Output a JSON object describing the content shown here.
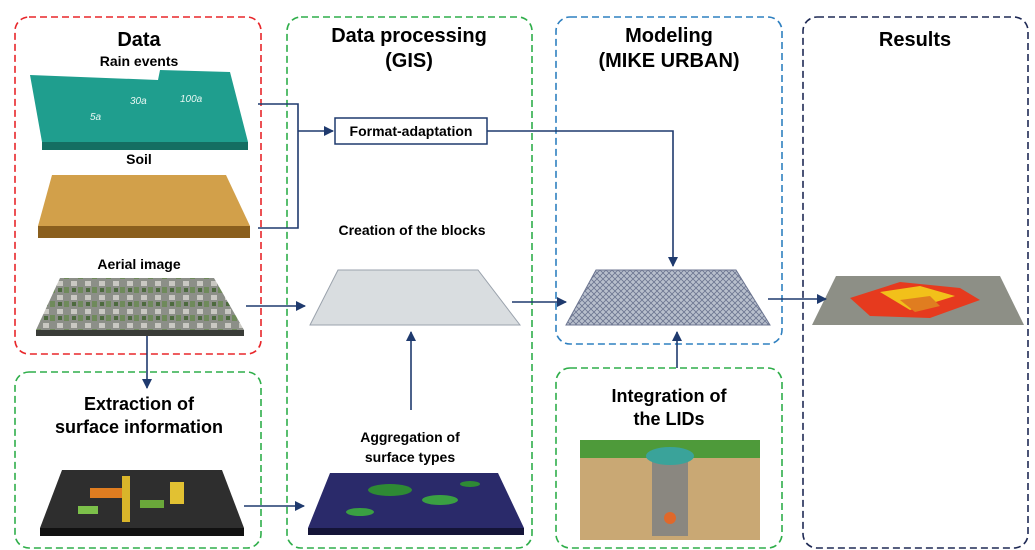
{
  "sections": {
    "data": {
      "title": "Data",
      "color": "#e8262a"
    },
    "processing": {
      "title_line1": "Data processing",
      "title_line2": "(GIS)",
      "color": "#2fae4a"
    },
    "modeling": {
      "title_line1": "Modeling",
      "title_line2": "(MIKE URBAN)",
      "color": "#2f80c0"
    },
    "results": {
      "title": "Results",
      "color": "#1f2a55"
    },
    "extraction": {
      "title_line1": "Extraction of",
      "title_line2": "surface information",
      "color": "#2fae4a"
    },
    "lids": {
      "title_line1": "Integration of",
      "title_line2": "the LIDs",
      "color": "#2fae4a"
    }
  },
  "items": {
    "rain_events": "Rain events",
    "rain_tags": [
      "5a",
      "30a",
      "100a"
    ],
    "soil": "Soil",
    "aerial_image": "Aerial image",
    "format_adaptation": "Format-adaptation",
    "creation_blocks": "Creation of the blocks",
    "aggregation_line1": "Aggregation of",
    "aggregation_line2": "surface types"
  },
  "colors": {
    "arrow": "#1f3a6e",
    "rain": "#1f9e8e",
    "soil": "#c8963a",
    "block": "#d9dde0",
    "mesh": "#8a93a8"
  },
  "icons": [
    "rain-layer-icon",
    "soil-layer-icon",
    "aerial-image-icon",
    "blocks-icon",
    "mesh-icon",
    "results-map-icon",
    "extraction-map-icon",
    "aggregation-map-icon",
    "lid-cross-section-icon"
  ]
}
